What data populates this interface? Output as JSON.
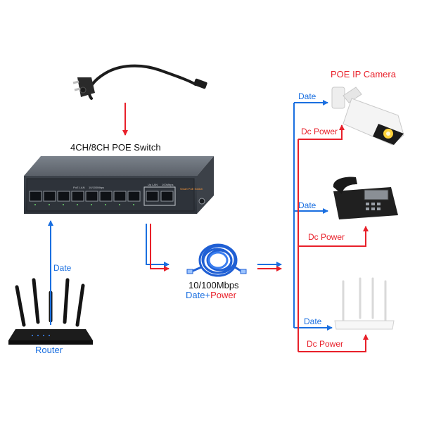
{
  "switch": {
    "title": "4CH/8CH POE Switch",
    "badge": "Smart PoE Switch",
    "port_group_1": "PoE LAN",
    "port_group_2": "10/100Mbps",
    "port_group_3": "Up LAN",
    "port_group_4": "100Mbps"
  },
  "router": {
    "label": "Router",
    "link_label": "Date"
  },
  "cable": {
    "speed": "10/100Mbps",
    "signal_a": "Date",
    "signal_join": "+",
    "signal_b": "Power"
  },
  "devices": {
    "camera": {
      "title": "POE IP Camera",
      "data_label": "Date",
      "power_label": "Dc Power"
    },
    "phone": {
      "data_label": "Date",
      "power_label": "Dc Power"
    },
    "ap": {
      "data_label": "Date",
      "power_label": "Dc Power"
    }
  },
  "colors": {
    "data": "#1a6fe0",
    "power": "#e8202a",
    "switch_body": "#4a5058"
  },
  "icons": [
    "power-cord-icon",
    "poe-switch-icon",
    "router-icon",
    "network-cable-icon",
    "ip-camera-icon",
    "desk-phone-icon",
    "wireless-ap-icon"
  ]
}
